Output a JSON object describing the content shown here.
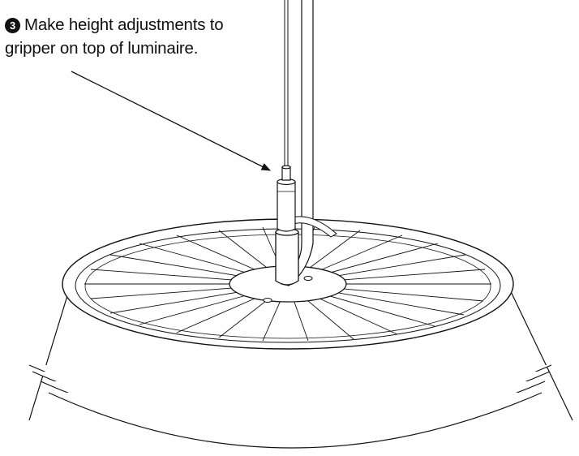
{
  "instruction": {
    "step_number": "3",
    "line1": "Make height adjustments to",
    "line2": "gripper on top of luminaire."
  }
}
